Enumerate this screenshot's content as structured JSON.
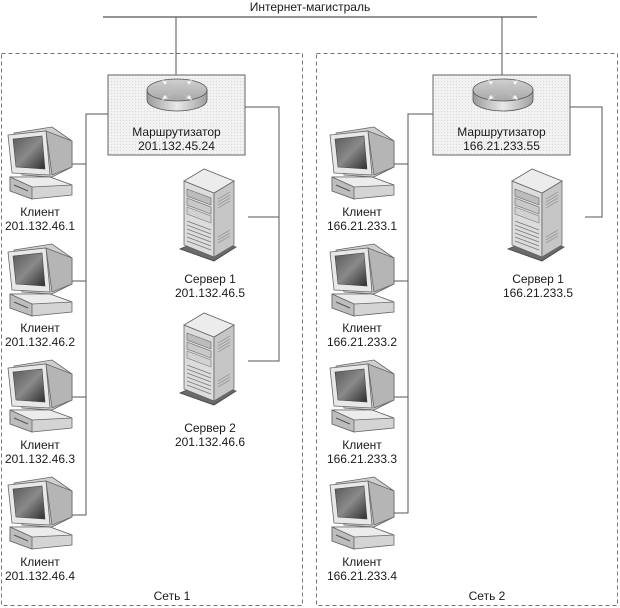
{
  "backbone": {
    "label": "Интернет-магистраль"
  },
  "networks": [
    {
      "label": "Сеть 1",
      "router": {
        "name": "Маршрутизатор",
        "ip": "201.132.45.24"
      },
      "clients": [
        {
          "name": "Клиент",
          "ip": "201.132.46.1"
        },
        {
          "name": "Клиент",
          "ip": "201.132.46.2"
        },
        {
          "name": "Клиент",
          "ip": "201.132.46.3"
        },
        {
          "name": "Клиент",
          "ip": "201.132.46.4"
        }
      ],
      "servers": [
        {
          "name": "Сервер 1",
          "ip": "201.132.46.5"
        },
        {
          "name": "Сервер 2",
          "ip": "201.132.46.6"
        }
      ]
    },
    {
      "label": "Сеть 2",
      "router": {
        "name": "Маршрутизатор",
        "ip": "166.21.233.55"
      },
      "clients": [
        {
          "name": "Клиент",
          "ip": "166.21.233.1"
        },
        {
          "name": "Клиент",
          "ip": "166.21.233.2"
        },
        {
          "name": "Клиент",
          "ip": "166.21.233.3"
        },
        {
          "name": "Клиент",
          "ip": "166.21.233.4"
        }
      ],
      "servers": [
        {
          "name": "Сервер 1",
          "ip": "166.21.233.5"
        }
      ]
    }
  ],
  "colors": {
    "line": "#555555",
    "dashed_border": "#777777",
    "router_box_fill": "#efefef",
    "device_light": "#e6e6e6",
    "device_mid": "#bdbdbd",
    "device_dark": "#7a7a7a"
  }
}
